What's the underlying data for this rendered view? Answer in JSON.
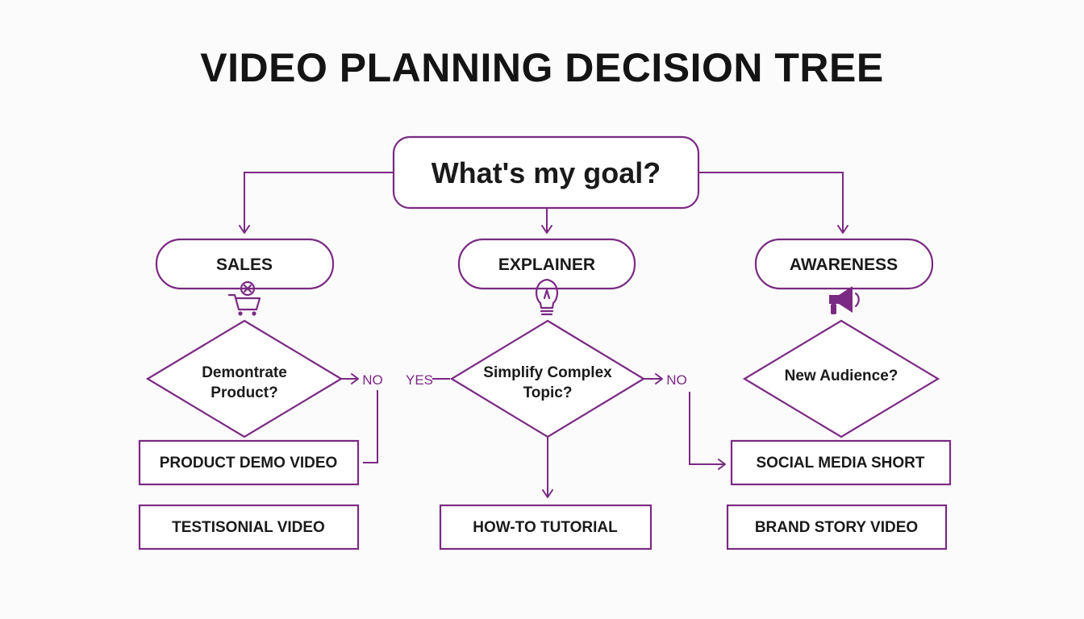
{
  "title": "VIDEO PLANNING DECISION TREE",
  "colors": {
    "accent": "#7a2a82",
    "text": "#1a1a1a",
    "background": "#fbfbfb"
  },
  "root": {
    "question": "What's my goal?"
  },
  "categories": [
    {
      "label": "SALES",
      "icon": "shopping-cart-icon"
    },
    {
      "label": "EXPLAINER",
      "icon": "lightbulb-icon"
    },
    {
      "label": "AWARENESS",
      "icon": "megaphone-icon"
    }
  ],
  "decisions": [
    {
      "line1": "Demontrate",
      "line2": "Product?"
    },
    {
      "line1": "Simplify Complex",
      "line2": "Topic?"
    },
    {
      "line1": "New Audience?",
      "line2": ""
    }
  ],
  "branch_labels": {
    "sales_no": "NO",
    "explainer_yes": "YES",
    "explainer_no": "NO"
  },
  "outcomes": {
    "sales": [
      "PRODUCT DEMO VIDEO",
      "TESTISONIAL VIDEO"
    ],
    "explainer": [
      "HOW-TO TUTORIAL"
    ],
    "awareness": [
      "SOCIAL MEDIA SHORT",
      "BRAND STORY VIDEO"
    ]
  }
}
